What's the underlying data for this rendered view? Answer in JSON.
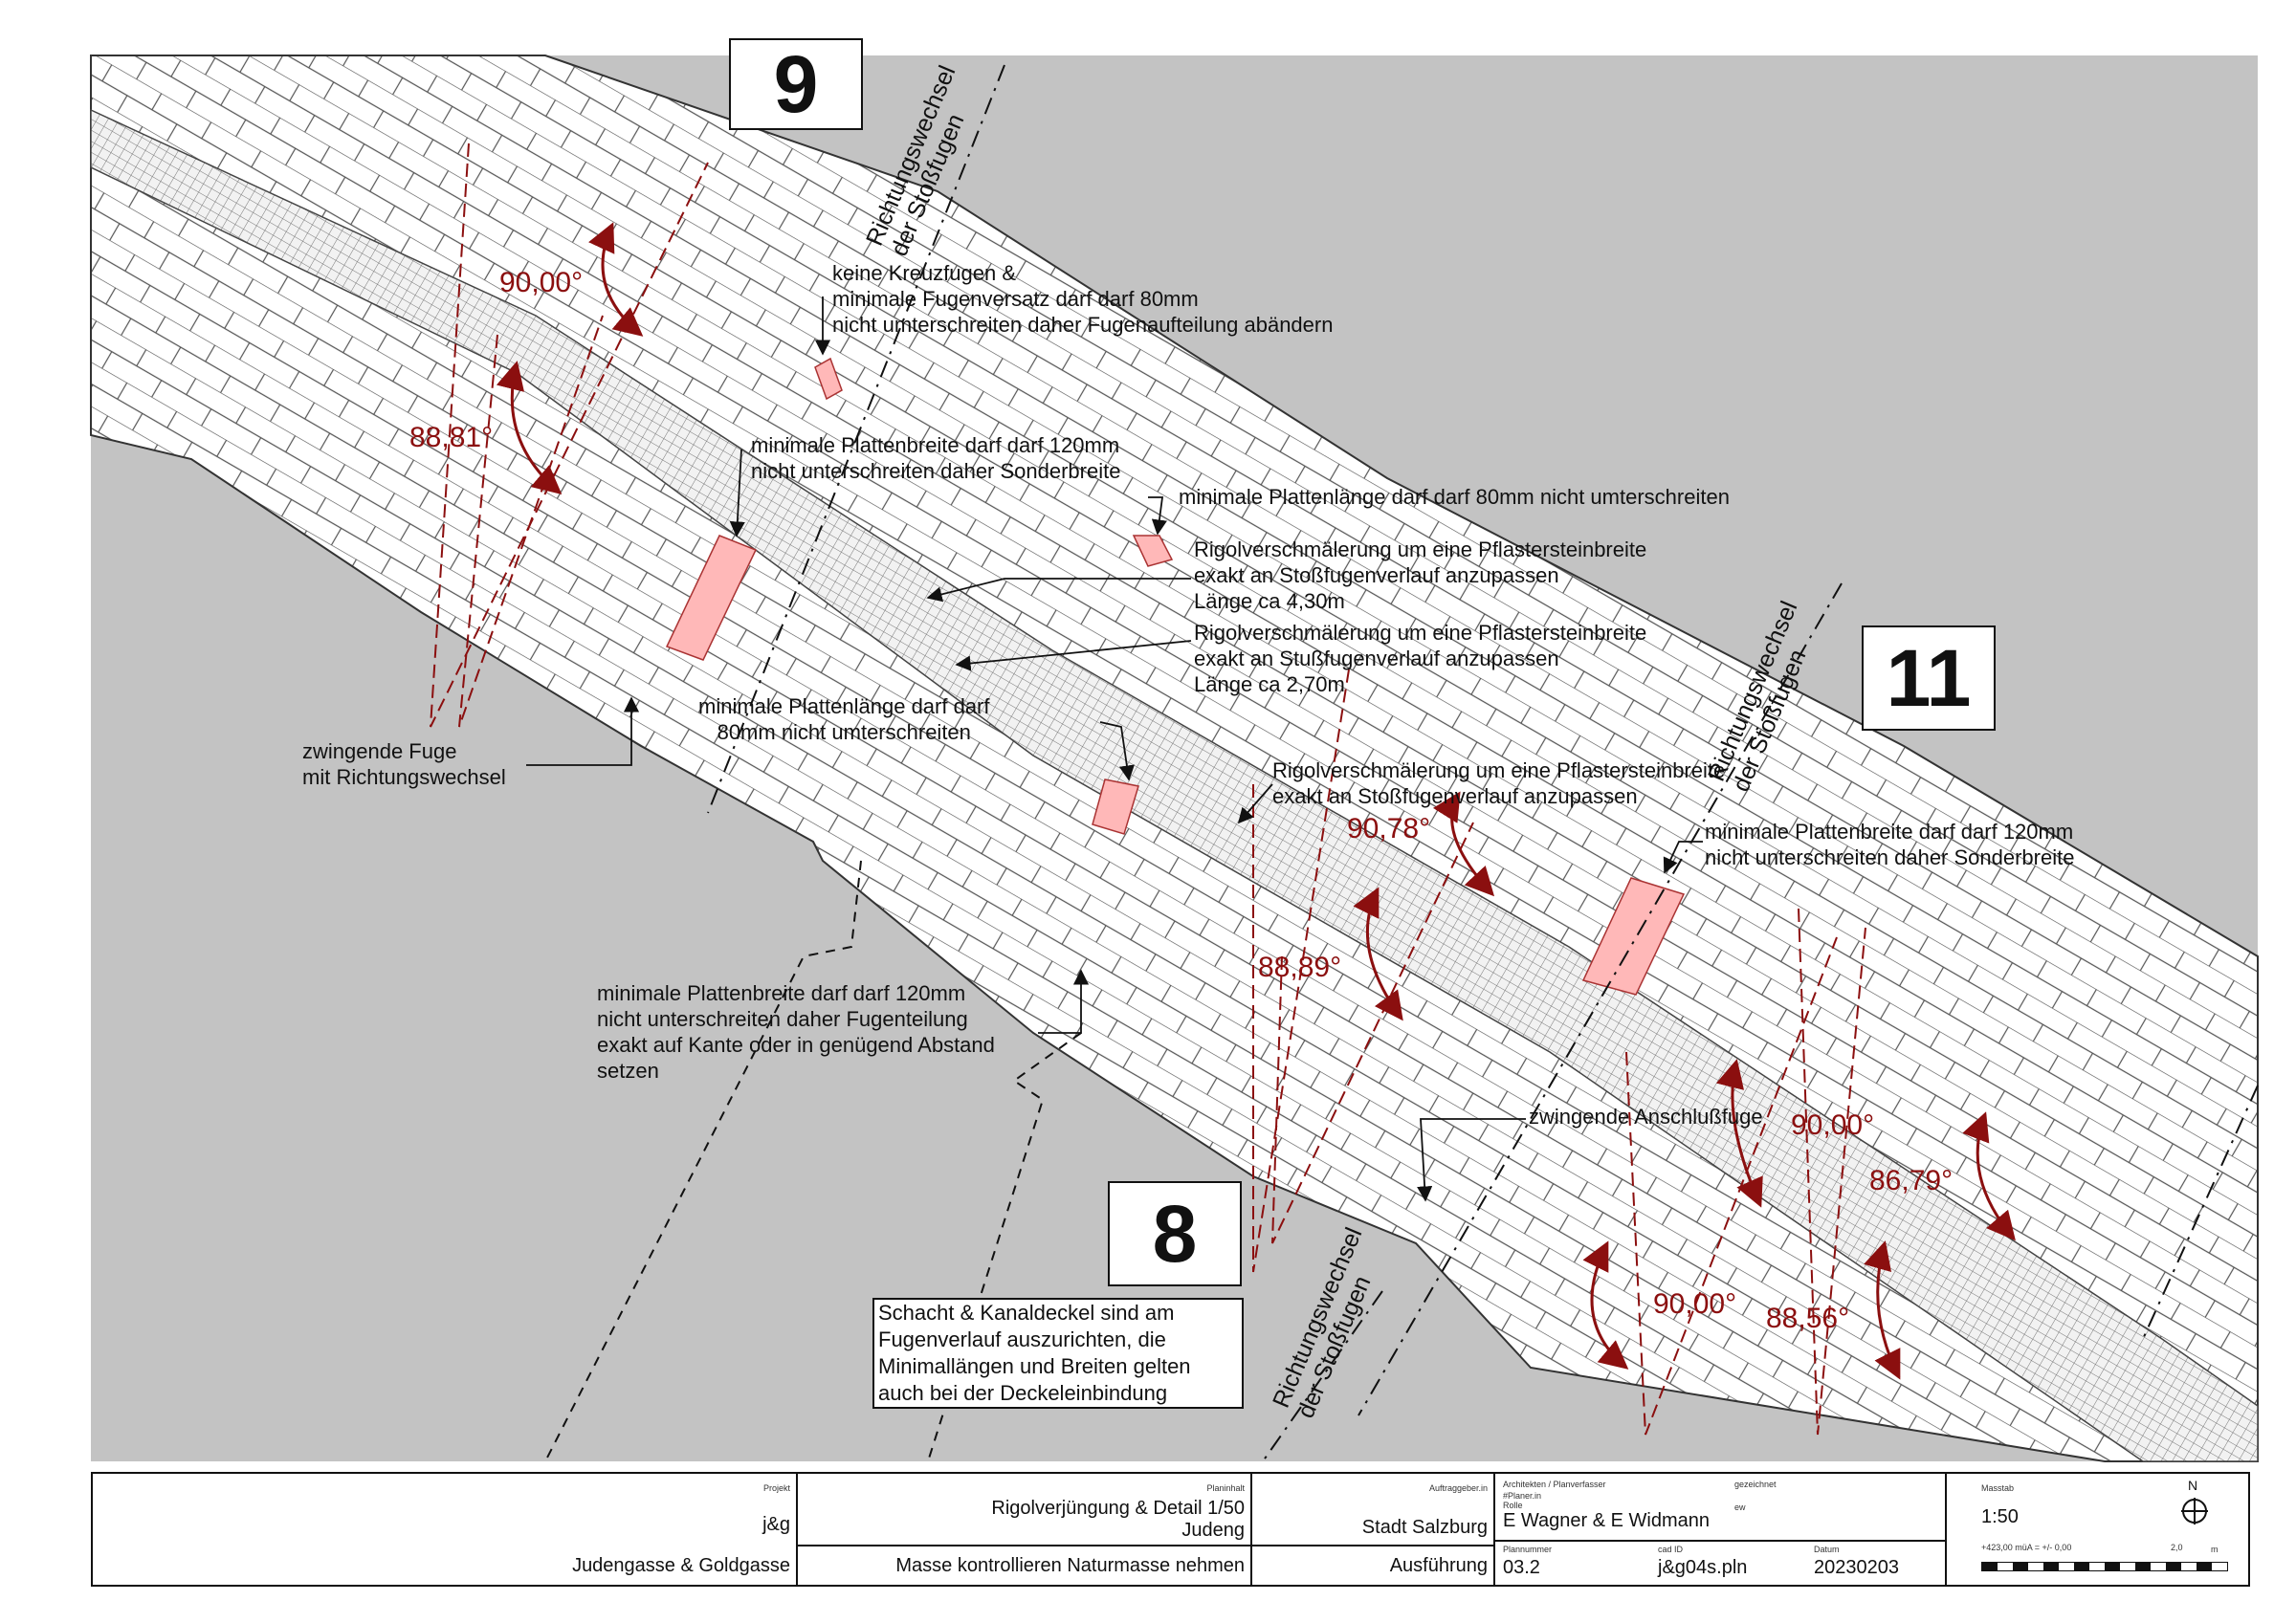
{
  "sheet_numbers": {
    "n9": "9",
    "n11": "11",
    "n8": "8"
  },
  "direction_change": {
    "top": "Richtungswechsel\nder Stoßfugen",
    "right": "Richtungswechsel\nder Stoßfugen",
    "bottom": "Richtungswechsel\nder Stoßfugen"
  },
  "angles": {
    "a1": "90,00°",
    "a2": "88,81°",
    "a3": "90,78°",
    "a4": "88,89°",
    "a5": "90,00°",
    "a6": "86,79°",
    "a7": "90,00°",
    "a8": "88,56°"
  },
  "notes": {
    "kreuzfugen": "keine Kreuzfugen &\nminimale Fugenversatz darf darf 80mm\nnicht umterschreiten daher Fugenaufteilung abändern",
    "plattenbreite1": "minimale Plattenbreite darf darf 120mm\nnicht unterschreiten daher Sonderbreite",
    "plattenlaenge1": "minimale Plattenlänge darf darf 80mm nicht umterschreiten",
    "rigol1": "Rigolverschmälerung um eine Pflastersteinbreite\nexakt an Stoßfugenverlauf anzupassen\nLänge ca 4,30m",
    "rigol2": "Rigolverschmälerung um eine Pflastersteinbreite\nexakt an Stußfugenverlauf anzupassen\nLänge ca 2,70m",
    "plattenlaenge2": "minimale Plattenlänge darf darf\n80mm nicht umterschreiten",
    "zwingende_fuge": "zwingende Fuge\nmit Richtungswechsel",
    "rigol3": "Rigolverschmälerung um eine Pflastersteinbreite\nexakt an Stoßfugenverlauf anzupassen",
    "plattenbreite2": "minimale Plattenbreite darf darf 120mm\nnicht unterschreiten daher Sonderbreite",
    "plattenbreite3": "minimale Plattenbreite darf darf 120mm\nnicht unterschreiten daher Fugenteilung\nexakt auf Kante oder in genügend Abstand\nsetzen",
    "anschlussfuge": "zwingende Anschlußfuge",
    "schacht": "Schacht & Kanaldeckel sind am\nFugenverlauf auszurichten, die\nMinimallängen und Breiten gelten\nauch bei der Deckeleinbindung"
  },
  "colors": {
    "background_gray": "#c3c3c3",
    "accent_red": "#8b0f0f",
    "highlight_pink": "#ffb8b8",
    "paving_white": "#ffffff"
  },
  "titleblock": {
    "projekt_label": "Projekt",
    "projekt": "j&g",
    "projekt_sub": "Judengasse & Goldgasse",
    "planinhalt_label": "Planinhalt",
    "planinhalt": "Rigolverjüngung & Detail 1/50",
    "planinhalt_ort": "Judeng",
    "planinhalt_note": "Masse kontrollieren Naturmasse nehmen",
    "auftraggeber_label": "Auftraggeber.in",
    "auftraggeber": "Stadt Salzburg",
    "phase": "Ausführung",
    "architekten_label": "Architekten / Planverfasser",
    "gezeichnet_label": "gezeichnet",
    "planer_label": "#Planer.in",
    "rolle_label": "Rolle",
    "architekten": "E Wagner & E Widmann",
    "ew": "ew",
    "plannummer_label": "Plannummer",
    "plannummer": "03.2",
    "cadid_label": "cad ID",
    "cadid": "j&g04s.pln",
    "datum_label": "Datum",
    "datum": "20230203",
    "massstab_label": "Masstab",
    "massstab": "1:50",
    "north": "N",
    "hoehe": "+423,00 müA = +/- 0,00",
    "scale_num": "2,0",
    "scale_unit": "m"
  }
}
